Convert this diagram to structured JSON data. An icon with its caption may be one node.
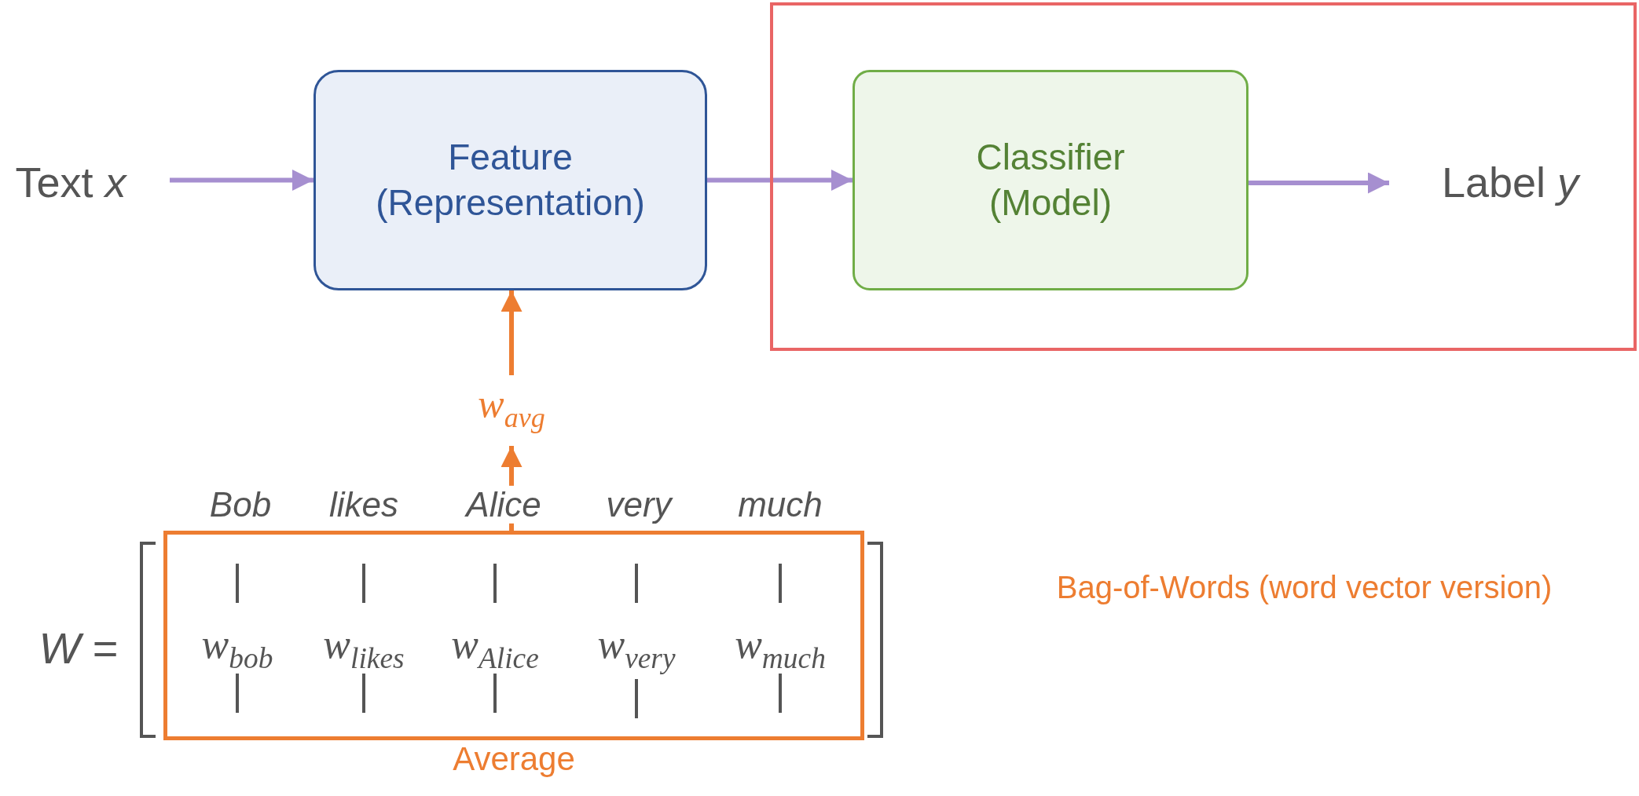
{
  "diagram": {
    "nodes": [
      {
        "text": [
          "Text *x*"
        ]
      },
      {
        "text": [
          "Feature (Representation)"
        ]
      },
      {
        "text": [],
        "shape": "box"
      },
      {
        "text": [
          "Classifier (Model)"
        ],
        "in": 2
      },
      {
        "text": [
          "Label *y*"
        ],
        "in": 2
      },
      {
        "text": [
          "w$_{avg}$"
        ]
      },
      {
        "text": [
          "Average"
        ]
      }
    ],
    "edges": [
      {
        "from": 0,
        "to": 1,
        "arrow": "to"
      },
      {
        "from": 1,
        "to": 3,
        "arrow": "to"
      },
      {
        "from": 3,
        "to": 4,
        "arrow": "to"
      },
      {
        "from": 5,
        "to": 1,
        "arrow": "to",
        "color": "#ed7d31"
      },
      {
        "from": 6,
        "to": 5,
        "arrow": "to",
        "color": "#ed7d31"
      }
    ],
    "labels": [
      "Bob",
      "likes",
      "Alice",
      "very",
      "much",
      "*W* =",
      "w$_{bob}$",
      "w$_{likes}$",
      "w$_{Alice}$",
      "w$_{very}$",
      "w$_{much}$",
      "Bag-of-Words (word vector version)"
    ]
  }
}
